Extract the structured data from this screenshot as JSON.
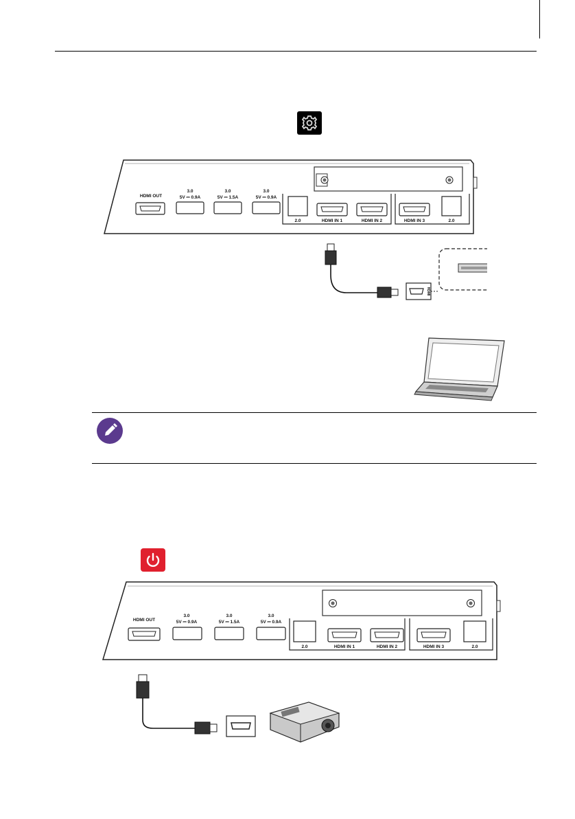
{
  "panel_top": {
    "hdmi_out": "HDMI OUT",
    "usb1_ver": "3.0",
    "usb1_power": "5V ⎓ 0.9A",
    "usb2_ver": "3.0",
    "usb2_power": "5V ⎓ 1.5A",
    "usb3_ver": "3.0",
    "usb3_power": "5V ⎓ 0.9A",
    "usb_a_left": "2.0",
    "hdmi_in_1": "HDMI IN 1",
    "hdmi_in_2": "HDMI IN 2",
    "hdmi_in_3": "HDMI IN 3",
    "usb_a_right": "2.0"
  },
  "device_port_label": "HDMI",
  "panel_bottom": {
    "hdmi_out": "HDMI OUT",
    "usb1_ver": "3.0",
    "usb1_power": "5V ⎓ 0.9A",
    "usb2_ver": "3.0",
    "usb2_power": "5V ⎓ 1.5A",
    "usb3_ver": "3.0",
    "usb3_power": "5V ⎓ 0.9A",
    "usb_a_left": "2.0",
    "hdmi_in_1": "HDMI IN 1",
    "hdmi_in_2": "HDMI IN 2",
    "hdmi_in_3": "HDMI IN 3",
    "usb_a_right": "2.0"
  },
  "icons": {
    "settings": "gear-icon",
    "power": "power-icon",
    "note": "pencil-icon"
  },
  "colors": {
    "note_icon": "#5b3a8e",
    "power_button": "#e0202e"
  }
}
